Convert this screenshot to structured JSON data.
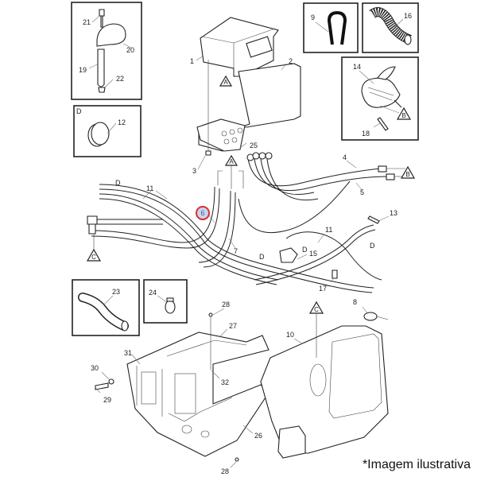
{
  "caption": "*Imagem ilustrativa",
  "highlighted_callout": "6",
  "colors": {
    "highlight_fill": "#c9d4ee",
    "highlight_ring": "#d63030",
    "line": "#222222"
  },
  "insets": {
    "bracket_clamp": {
      "callouts": [
        "21",
        "20",
        "19",
        "22"
      ]
    },
    "clip": {
      "callouts": [
        "9"
      ]
    },
    "corrugated_hose": {
      "callouts": [
        "16"
      ]
    },
    "connector": {
      "callouts": [
        "14",
        "18"
      ],
      "reference": "B"
    },
    "hose_clamp": {
      "label": "D",
      "callouts": [
        "12"
      ]
    },
    "rubber_hose": {
      "callouts": [
        "23"
      ]
    },
    "small_clamp": {
      "callouts": [
        "24"
      ]
    }
  },
  "main": {
    "reservoir_bracket": {
      "callouts": [
        "1",
        "2",
        "3",
        "25"
      ],
      "reference": "A"
    },
    "hoses": {
      "callouts": [
        "4",
        "5",
        "6",
        "7",
        "11",
        "11",
        "13",
        "15",
        "17"
      ],
      "references": [
        "A",
        "B",
        "C"
      ],
      "clamp_markers": [
        "D",
        "D",
        "D",
        "D"
      ]
    },
    "frame": {
      "callouts": [
        "26",
        "27",
        "28",
        "28",
        "29",
        "30",
        "31",
        "32"
      ]
    },
    "tank": {
      "callouts": [
        "8",
        "10"
      ],
      "reference": "C"
    }
  },
  "labels": {
    "n1": "1",
    "n2": "2",
    "n3": "3",
    "n4": "4",
    "n5": "5",
    "n6": "6",
    "n7": "7",
    "n8": "8",
    "n9": "9",
    "n10": "10",
    "n11": "11",
    "n12": "12",
    "n13": "13",
    "n14": "14",
    "n15": "15",
    "n16": "16",
    "n17": "17",
    "n18": "18",
    "n19": "19",
    "n20": "20",
    "n21": "21",
    "n22": "22",
    "n23": "23",
    "n24": "24",
    "n25": "25",
    "n26": "26",
    "n27": "27",
    "n28": "28",
    "n29": "29",
    "n30": "30",
    "n31": "31",
    "n32": "32",
    "A": "A",
    "B": "B",
    "C": "C",
    "D": "D"
  }
}
